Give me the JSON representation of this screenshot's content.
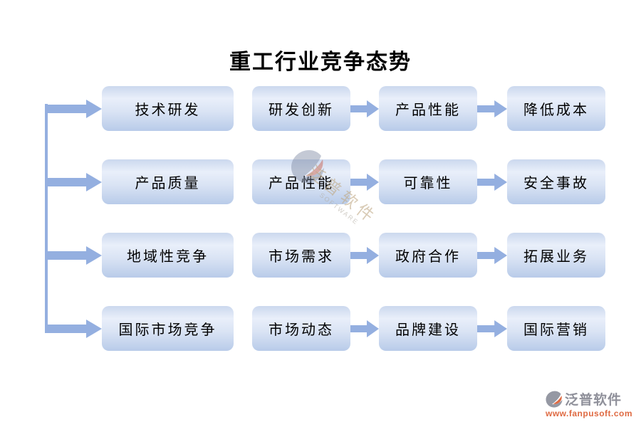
{
  "title": "重工行业竞争态势",
  "rows": [
    {
      "source": "技术研发",
      "steps": [
        "研发创新",
        "产品性能",
        "降低成本"
      ]
    },
    {
      "source": "产品质量",
      "steps": [
        "产品性能",
        "可靠性",
        "安全事故"
      ]
    },
    {
      "source": "地域性竞争",
      "steps": [
        "市场需求",
        "政府合作",
        "拓展业务"
      ]
    },
    {
      "source": "国际市场竞争",
      "steps": [
        "市场动态",
        "品牌建设",
        "国际营销"
      ]
    }
  ],
  "watermark": {
    "brand": "泛普软件",
    "subtext": "SOFTWARE"
  },
  "footer": {
    "brand": "泛普软件",
    "url": "www.fanpusoft.com"
  },
  "colors": {
    "arrow": "#94afe0",
    "box_gradient_top": "#cbd8ee",
    "box_gradient_light": "#e9effa",
    "box_gradient_bottom": "#b8cbe9",
    "brand_gray": "#8f909a",
    "brand_orange": "#df6a42"
  }
}
